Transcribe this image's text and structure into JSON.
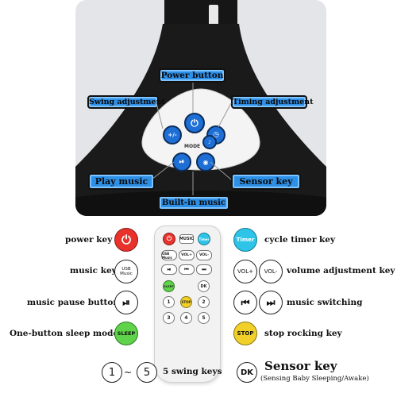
{
  "top_panel": {
    "labels": {
      "power": "Power button",
      "swing": "Swing adjustment",
      "timing": "Timing adjustment",
      "play": "Play music",
      "sensor": "Sensor key",
      "builtin": "Built-in music"
    },
    "mode_label": "MODE",
    "plusminus_label": "+/-"
  },
  "legend": {
    "power_key": "power key",
    "music_key": "music key",
    "music_pause": "music pause button",
    "sleep_mode": "One-button sleep mode",
    "cycle_timer": "cycle timer key",
    "volume_adj": "volume adjustment key",
    "music_switching": "music switching",
    "stop_rocking": "stop rocking key",
    "swing_keys": "5 swing keys",
    "sensor_key_title": "Sensor key",
    "sensor_key_sub": "(Sensing Baby Sleeping/Awake)"
  },
  "icon_text": {
    "timer": "Timer",
    "vol_plus": "VOL+",
    "vol_minus": "VOL-",
    "sleep": "SLEEP",
    "stop": "STOP",
    "dk": "DK",
    "one": "1",
    "five": "5",
    "usb_music": "USB Music",
    "music": "MUSIC"
  },
  "colors": {
    "label_blue": "#2d8fe6",
    "power_red": "#e8322b",
    "timer_cyan": "#2ec4e8",
    "sleep_green": "#5fd34a",
    "stop_yellow": "#f2d02a",
    "panel_button": "#1d6fd6",
    "fan_base": "#1a1a1a"
  },
  "icons": [
    "power-icon",
    "play-pause-icon",
    "prev-icon",
    "next-icon",
    "sensor-icon",
    "music-icon"
  ]
}
